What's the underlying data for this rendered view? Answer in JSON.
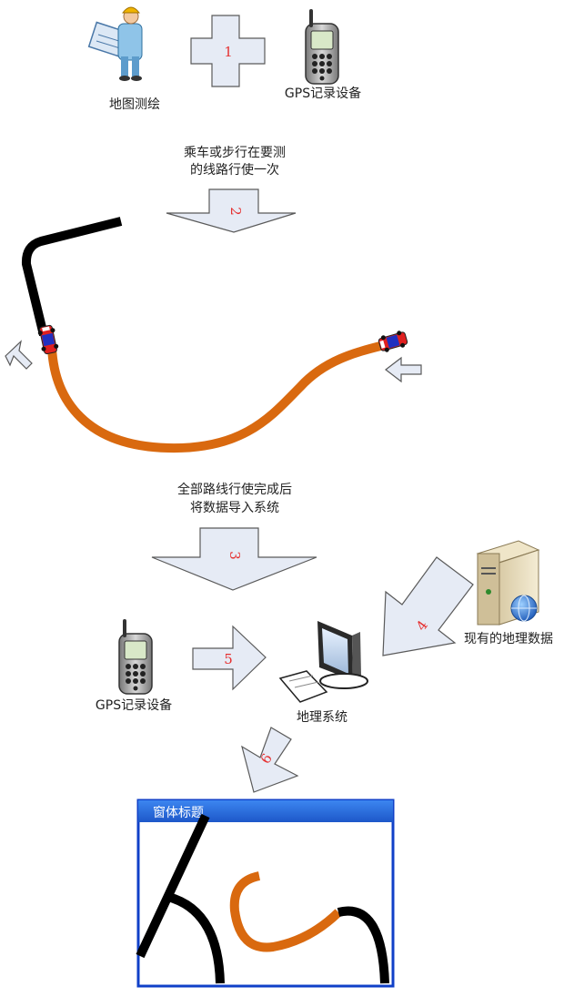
{
  "labels": {
    "map_survey": "地图测绘",
    "gps_device_top": "GPS记录设备",
    "drive_line1": "乘车或步行在要测",
    "drive_line2": "的线路行使一次",
    "import_line1": "全部路线行使完成后",
    "import_line2": "将数据导入系统",
    "gps_device_bottom": "GPS记录设备",
    "gis_system": "地理系统",
    "existing_geo_data": "现有的地理数据"
  },
  "steps": [
    "1",
    "2",
    "3",
    "4",
    "5",
    "6"
  ],
  "window": {
    "title": "窗体标题"
  },
  "colors": {
    "route_black": "#000000",
    "route_orange": "#d9690f",
    "arrow_fill": "#e6ebf5",
    "arrow_stroke": "#5a5a5a",
    "step_number": "#e53030",
    "window_border": "#1040c8",
    "window_titlebar": "#2d6fe3"
  },
  "icons": [
    "surveyor-icon",
    "gps-phone-icon",
    "car-icon",
    "server-globe-icon",
    "computer-icon",
    "window-icon"
  ]
}
